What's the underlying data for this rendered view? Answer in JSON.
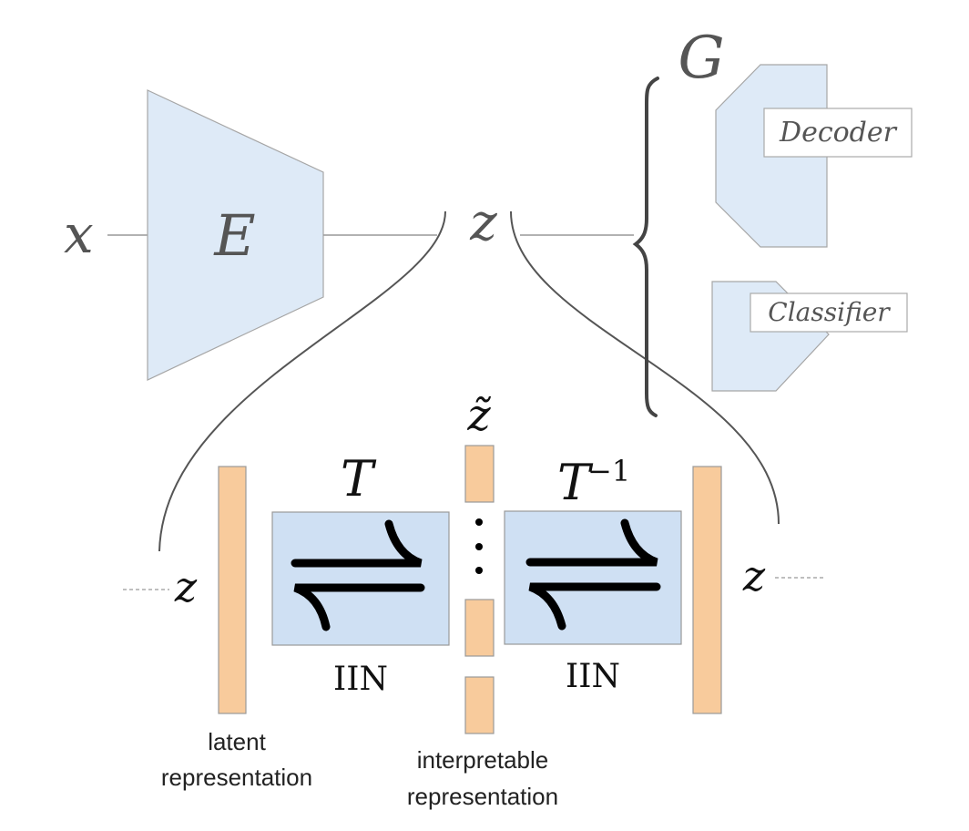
{
  "diagram": {
    "top": {
      "input_label": "x",
      "encoder_label": "E",
      "latent_label": "z",
      "generator_label": "G",
      "decoder_label": "Decoder",
      "classifier_label": "Classifier"
    },
    "bottom": {
      "left_z_label": "z",
      "right_z_label": "z",
      "z_tilde_label": "z̃",
      "forward_transform_label": "T",
      "inverse_transform_base": "T",
      "inverse_transform_superscript": "−1",
      "iin_left_label": "IIN",
      "iin_right_label": "IIN",
      "ellipsis_dots": 3,
      "latent_caption_line1": "latent",
      "latent_caption_line2": "representation",
      "interpretable_caption_line1": "interpretable",
      "interpretable_caption_line2": "representation"
    },
    "colors": {
      "network_fill": "#deeaf7",
      "iin_fill": "#cfe0f3",
      "representation_fill": "#f8cb9c",
      "outline": "#999999",
      "math_text_grey": "#555555"
    }
  }
}
